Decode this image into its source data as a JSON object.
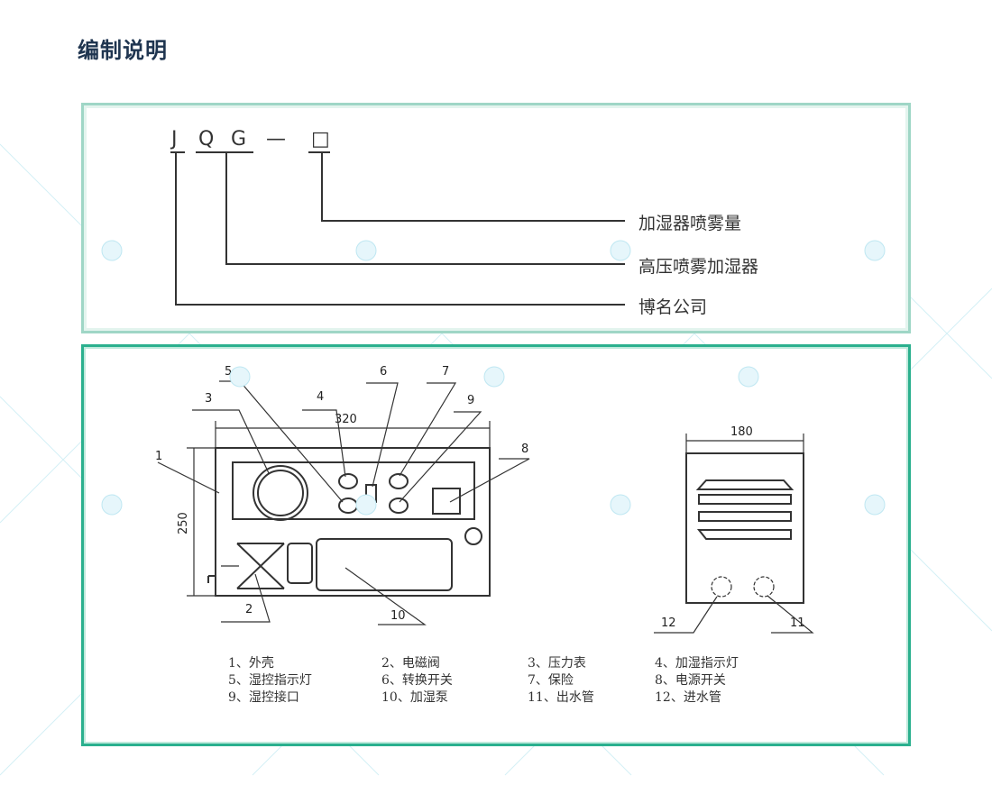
{
  "page_title": "编制说明",
  "model_code": {
    "letters": [
      "J",
      "Q",
      "G",
      "—",
      "□"
    ],
    "meanings": [
      "加湿器喷雾量",
      "高压喷雾加湿器",
      "博名公司"
    ]
  },
  "front_view": {
    "width_label": "320",
    "height_label": "250",
    "callouts": [
      "1",
      "2",
      "3",
      "4",
      "5",
      "6",
      "7",
      "8",
      "9",
      "10"
    ]
  },
  "side_view": {
    "width_label": "180",
    "callouts": [
      "11",
      "12"
    ]
  },
  "legend": [
    "1、外壳",
    "2、电磁阀",
    "3、压力表",
    "4、加湿指示灯",
    "5、湿控指示灯",
    "6、转换开关",
    "7、保险",
    "8、电源开关",
    "9、湿控接口",
    "10、加湿泵",
    "11、出水管",
    "12、进水管"
  ]
}
